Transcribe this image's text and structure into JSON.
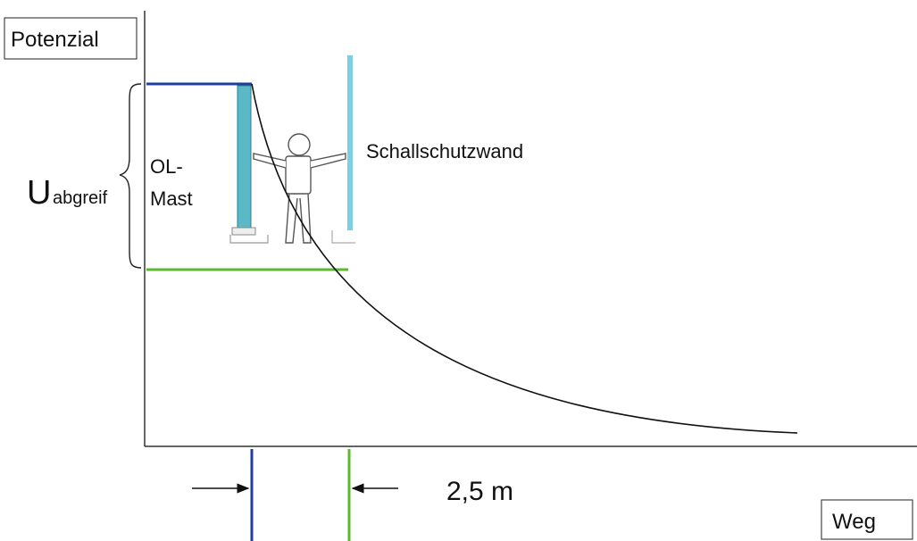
{
  "axes": {
    "y_label": "Potenzial",
    "x_label": "Weg"
  },
  "voltage_label": {
    "main": "U",
    "subscript": "abgreif"
  },
  "mast_label": {
    "line1": "OL-",
    "line2": "Mast"
  },
  "wall_label": "Schallschutzwand",
  "distance_label": "2,5 m",
  "colors": {
    "mast_potential_line": "#1f3f9e",
    "touch_potential_line": "#5cb82e",
    "mast_fill": "#5bb8c6",
    "wall": "#7ccfe0",
    "curve": "#111111",
    "axis": "#333333"
  }
}
